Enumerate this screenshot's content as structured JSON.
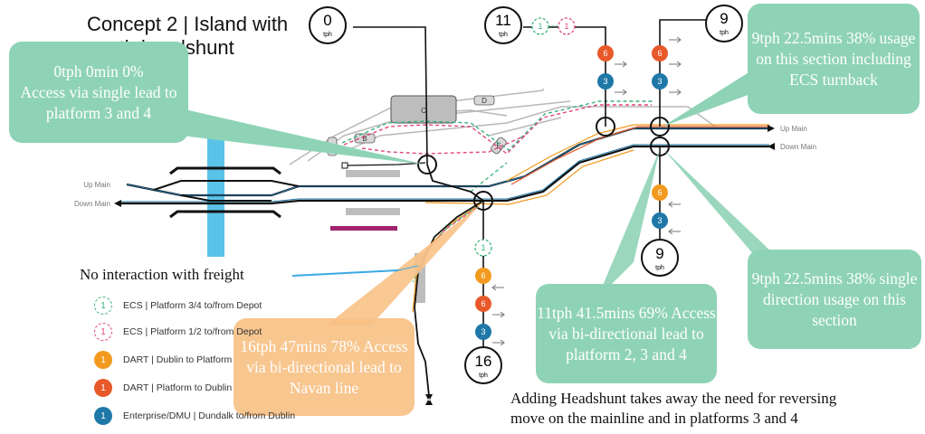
{
  "title": "Concept 2 | Island with south headshunt",
  "lines": {
    "up_main": "Up Main",
    "down_main": "Down Main"
  },
  "depots": {
    "c": "C",
    "d": "D",
    "a": "A",
    "b": "B",
    "e": "E"
  },
  "tph_nodes": {
    "top_left": {
      "num": "0",
      "unit": "tph"
    },
    "top_mid": {
      "num": "11",
      "unit": "tph"
    },
    "top_right": {
      "num": "9",
      "unit": "tph"
    },
    "bottom_right": {
      "num": "9",
      "unit": "tph"
    },
    "bottom_mid": {
      "num": "16",
      "unit": "tph"
    }
  },
  "service_marks": {
    "ecs_green": "1",
    "ecs_pink": "1",
    "dart_in": "6",
    "enterprise": "3"
  },
  "callouts": {
    "left": "0tph 0min 0%\nAccess via single lead to platform 3 and 4",
    "top_right": "9tph 22.5mins 38% usage on this section including ECS turnback",
    "mid_right": "9tph 22.5mins 38% single direction usage on this section",
    "center": "11tph 41.5mins 69% Access via bi-directional lead to platform 2, 3 and 4",
    "bottom": "16tph 47mins 78% Access via bi-directional lead to Navan line"
  },
  "notes": {
    "freight": "No interaction with freight",
    "headshunt_1": "Adding Headshunt takes away the need for reversing",
    "headshunt_2": "move on the mainline and in platforms 3 and 4"
  },
  "legend": [
    {
      "num": "1",
      "style": "dashed",
      "color": "#3db37a",
      "label": "ECS | Platform 3/4 to/from Depot"
    },
    {
      "num": "1",
      "style": "dashed",
      "color": "#e0467c",
      "label": "ECS | Platform 1/2 to/from Depot"
    },
    {
      "num": "1",
      "style": "solid",
      "color": "#f29a1f",
      "label": "DART | Dublin to Platform"
    },
    {
      "num": "1",
      "style": "solid",
      "color": "#e8592a",
      "label": "DART | Platform to Dublin"
    },
    {
      "num": "1",
      "style": "solid",
      "color": "#1f78a8",
      "label": "Enterprise/DMU | Dundalk to/from Dublin"
    }
  ],
  "colors": {
    "green_callout": "#8fd3b6",
    "orange_callout": "#f8c287",
    "dart_orange": "#f29a1f",
    "dart_red": "#e8592a",
    "enterprise_blue": "#1f78a8",
    "ecs_green": "#3db37a",
    "ecs_pink": "#e0467c"
  }
}
